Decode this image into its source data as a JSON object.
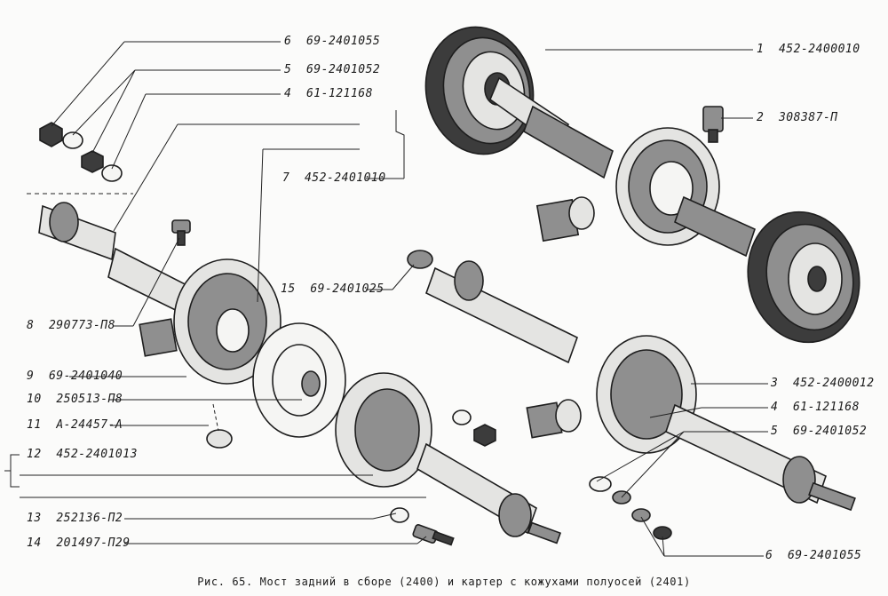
{
  "caption": "Рис. 65. Мост задний в сборе (2400) и картер с кожухами полуосей (2401)",
  "callouts": [
    {
      "num": "1",
      "part": "452-2400010"
    },
    {
      "num": "2",
      "part": "308387-П"
    },
    {
      "num": "3",
      "part": "452-2400012"
    },
    {
      "num": "4",
      "part": "61-121168"
    },
    {
      "num": "5",
      "part": "69-2401052"
    },
    {
      "num": "6",
      "part": "69-2401055"
    },
    {
      "num": "6",
      "part": "69-2401055"
    },
    {
      "num": "5",
      "part": "69-2401052"
    },
    {
      "num": "4",
      "part": "61-121168"
    },
    {
      "num": "7",
      "part": "452-2401010"
    },
    {
      "num": "15",
      "part": "69-2401025"
    },
    {
      "num": "8",
      "part": "290773-П8"
    },
    {
      "num": "9",
      "part": "69-2401040"
    },
    {
      "num": "10",
      "part": "250513-П8"
    },
    {
      "num": "11",
      "part": "А-24457-А"
    },
    {
      "num": "12",
      "part": "452-2401013"
    },
    {
      "num": "13",
      "part": "252136-П2"
    },
    {
      "num": "14",
      "part": "201497-П29"
    }
  ]
}
